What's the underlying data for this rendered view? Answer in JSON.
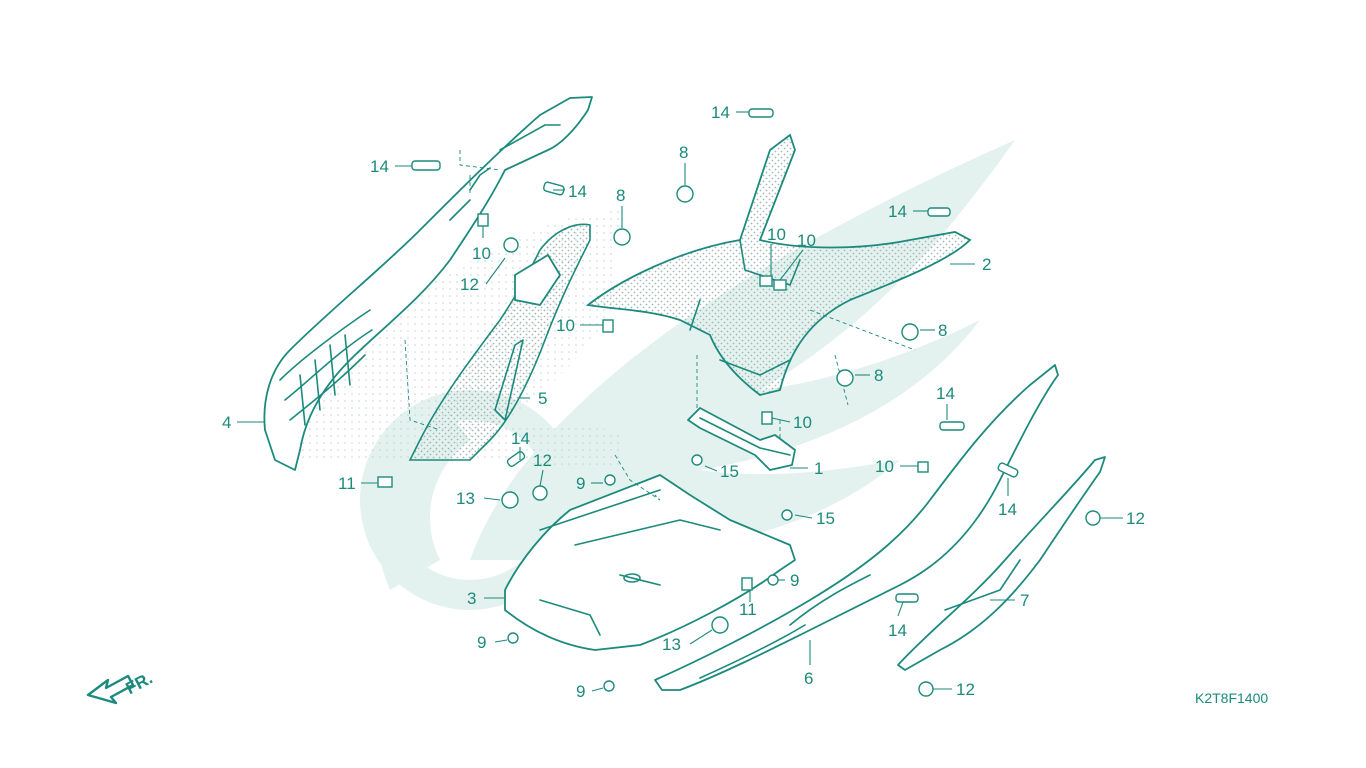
{
  "diagram": {
    "code": "K2T8F1400",
    "direction_label": "FR.",
    "colors": {
      "line": "#1c8a7c",
      "watermark": "#e3f2ee",
      "stipple": "#c9d6d3",
      "background": "#ffffff"
    },
    "callouts": [
      {
        "id": "c14a",
        "text": "14"
      },
      {
        "id": "c14b",
        "text": "14"
      },
      {
        "id": "c14c",
        "text": "14"
      },
      {
        "id": "c14d",
        "text": "14"
      },
      {
        "id": "c14e",
        "text": "14"
      },
      {
        "id": "c14f",
        "text": "14"
      },
      {
        "id": "c14g",
        "text": "14"
      },
      {
        "id": "c14h",
        "text": "14"
      },
      {
        "id": "c8a",
        "text": "8"
      },
      {
        "id": "c8b",
        "text": "8"
      },
      {
        "id": "c8c",
        "text": "8"
      },
      {
        "id": "c8d",
        "text": "8"
      },
      {
        "id": "c10a",
        "text": "10"
      },
      {
        "id": "c10b",
        "text": "10"
      },
      {
        "id": "c10c",
        "text": "10"
      },
      {
        "id": "c10d",
        "text": "10"
      },
      {
        "id": "c10e",
        "text": "10"
      },
      {
        "id": "c10f",
        "text": "10"
      },
      {
        "id": "c12a",
        "text": "12"
      },
      {
        "id": "c12b",
        "text": "12"
      },
      {
        "id": "c12c",
        "text": "12"
      },
      {
        "id": "c12d",
        "text": "12"
      },
      {
        "id": "c2",
        "text": "2"
      },
      {
        "id": "c4",
        "text": "4"
      },
      {
        "id": "c5",
        "text": "5"
      },
      {
        "id": "c1",
        "text": "1"
      },
      {
        "id": "c15a",
        "text": "15"
      },
      {
        "id": "c15b",
        "text": "15"
      },
      {
        "id": "c11a",
        "text": "11"
      },
      {
        "id": "c11b",
        "text": "11"
      },
      {
        "id": "c9a",
        "text": "9"
      },
      {
        "id": "c9b",
        "text": "9"
      },
      {
        "id": "c9c",
        "text": "9"
      },
      {
        "id": "c9d",
        "text": "9"
      },
      {
        "id": "c13a",
        "text": "13"
      },
      {
        "id": "c13b",
        "text": "13"
      },
      {
        "id": "c3",
        "text": "3"
      },
      {
        "id": "c6",
        "text": "6"
      },
      {
        "id": "c7",
        "text": "7"
      }
    ]
  }
}
